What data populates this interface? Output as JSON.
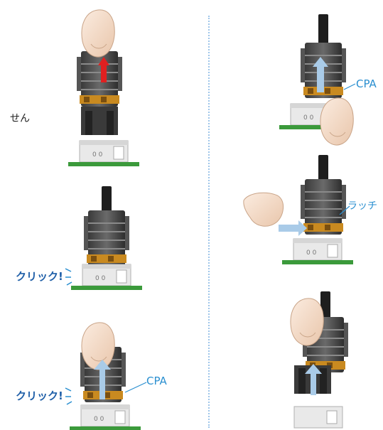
{
  "left_column": {
    "step1_text_fragment": "せん",
    "step2_click_label": "クリック!",
    "step3_click_label": "クリック!",
    "step3_part_label": "CPA"
  },
  "right_column": {
    "step1_part_label": "CPA",
    "step2_part_label": "ラッチ"
  },
  "colors": {
    "push_arrow": "#e02020",
    "guide_arrow": "#a9cbe8",
    "label_blue": "#2a8fd0",
    "divider": "#9fc6ea",
    "pcb_green": "#3b9a3b",
    "connector_dark": "#4a4a4a",
    "latch_orange": "#c98a20",
    "finger_skin": "#f4dcc8"
  }
}
